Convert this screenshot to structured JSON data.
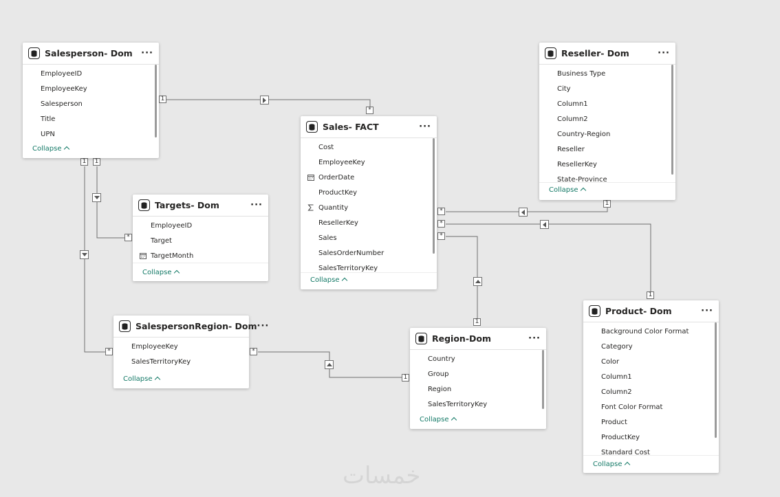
{
  "tables": {
    "salesperson": {
      "title": "Salesperson- Dom",
      "more": "···",
      "collapse": "Collapse",
      "fields": [
        "EmployeeID",
        "EmployeeKey",
        "Salesperson",
        "Title",
        "UPN"
      ]
    },
    "reseller": {
      "title": "Reseller- Dom",
      "more": "···",
      "collapse": "Collapse",
      "fields": [
        "Business Type",
        "City",
        "Column1",
        "Column2",
        "Country-Region",
        "Reseller",
        "ResellerKey",
        "State-Province"
      ]
    },
    "sales": {
      "title": "Sales- FACT",
      "more": "···",
      "collapse": "Collapse",
      "fields": [
        "Cost",
        "EmployeeKey",
        "OrderDate",
        "ProductKey",
        "Quantity",
        "ResellerKey",
        "Sales",
        "SalesOrderNumber",
        "SalesTerritoryKey"
      ]
    },
    "targets": {
      "title": "Targets- Dom",
      "more": "···",
      "collapse": "Collapse",
      "fields": [
        "EmployeeID",
        "Target",
        "TargetMonth"
      ]
    },
    "salespersonregion": {
      "title": "SalespersonRegion- Dom",
      "more": "···",
      "collapse": "Collapse",
      "fields": [
        "EmployeeKey",
        "SalesTerritoryKey"
      ]
    },
    "region": {
      "title": "Region-Dom",
      "more": "···",
      "collapse": "Collapse",
      "fields": [
        "Country",
        "Group",
        "Region",
        "SalesTerritoryKey"
      ]
    },
    "product": {
      "title": "Product- Dom",
      "more": "···",
      "collapse": "Collapse",
      "fields": [
        "Background Color Format",
        "Category",
        "Color",
        "Column1",
        "Column2",
        "Font Color Format",
        "Product",
        "ProductKey",
        "Standard Cost"
      ]
    }
  },
  "cardinality": {
    "one": "1",
    "many": "*"
  },
  "watermark": "خمسات"
}
